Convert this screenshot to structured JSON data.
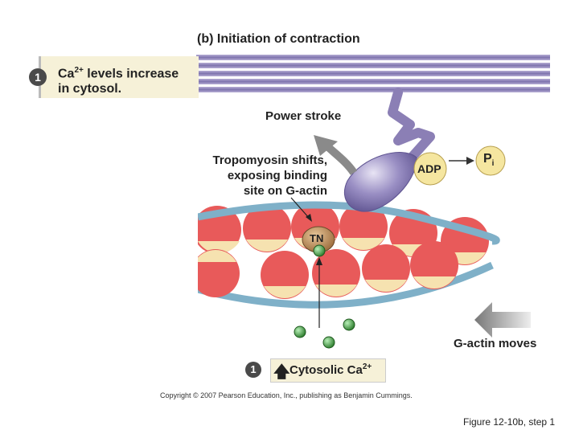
{
  "title": "(b) Initiation of contraction",
  "step1": {
    "number": "1",
    "line1_prefix": "Ca",
    "line1_sup": "2+",
    "line1_suffix": " levels increase",
    "line2": "in cytosol."
  },
  "labels": {
    "power_stroke": "Power stroke",
    "tropomyosin_line1": "Tropomyosin shifts,",
    "tropomyosin_line2": "exposing binding",
    "tropomyosin_line3": "site on G-actin",
    "adp": "ADP",
    "pi_main": "P",
    "pi_sub": "i",
    "tn": "TN",
    "g_actin_moves": "G-actin moves"
  },
  "cytosolic": {
    "number": "1",
    "arrow": "🡅",
    "text_prefix": "Cytosolic Ca",
    "text_sup": "2+"
  },
  "copyright": "Copyright © 2007 Pearson Education, Inc., publishing as Benjamin Cummings.",
  "figure_label": "Figure 12-10b, step 1",
  "colors": {
    "thick_filament": "#8a80b8",
    "myosin_head": "#8b7fb5",
    "actin_red": "#e85a5a",
    "actin_cream": "#f6e2b0",
    "tropomyosin": "#7fb0c8",
    "calcium": "#3fa33f",
    "label_box": "#f6f1d8",
    "adp_circle": "#f5e6a0"
  }
}
